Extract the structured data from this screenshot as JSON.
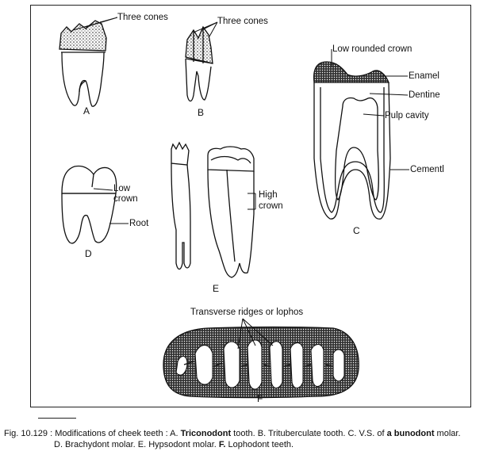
{
  "labels": {
    "three_cones_a": "Three cones",
    "three_cones_b": "Three cones",
    "low_rounded_crown": "Low rounded crown",
    "enamel": "Enamel",
    "dentine": "Dentine",
    "pulp_cavity": "Pulp cavity",
    "cement": "Cementl",
    "low": "Low",
    "crown_d": "crown",
    "root": "Root",
    "high": "High",
    "crown_e": "crown",
    "transverse_ridges": "Transverse ridges or lophos"
  },
  "letters": {
    "a": "A",
    "b": "B",
    "c": "C",
    "d": "D",
    "e": "E",
    "f": "F"
  },
  "caption": {
    "p1": "Fig. 10.129 : Modifications of cheek teeth : A. ",
    "b1": "Triconodont",
    "p2": " tooth. B. Trituberculate tooth. C. V.S. of ",
    "b2": "a bunodont",
    "p3": " molar.",
    "p4": "D. Brachydont molar. E. Hypsodont molar. ",
    "b3": "F.",
    "p5": " Lophodont teeth."
  }
}
